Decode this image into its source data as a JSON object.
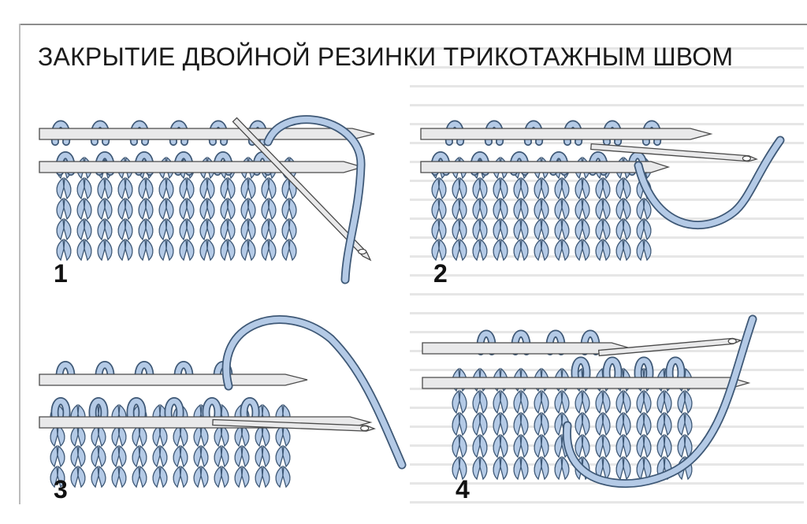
{
  "title": "ЗАКРЫТИЕ ДВОЙНОЙ РЕЗИНКИ ТРИКОТАЖНЫМ ШВОМ",
  "colors": {
    "yarn_fill": "#b4cae6",
    "yarn_edge": "#3e5876",
    "needle_fill": "#e9e9ea",
    "needle_edge": "#4a4a4a",
    "text": "#1b1b1b"
  },
  "steps": [
    {
      "number": "1"
    },
    {
      "number": "2"
    },
    {
      "number": "3"
    },
    {
      "number": "4"
    }
  ]
}
